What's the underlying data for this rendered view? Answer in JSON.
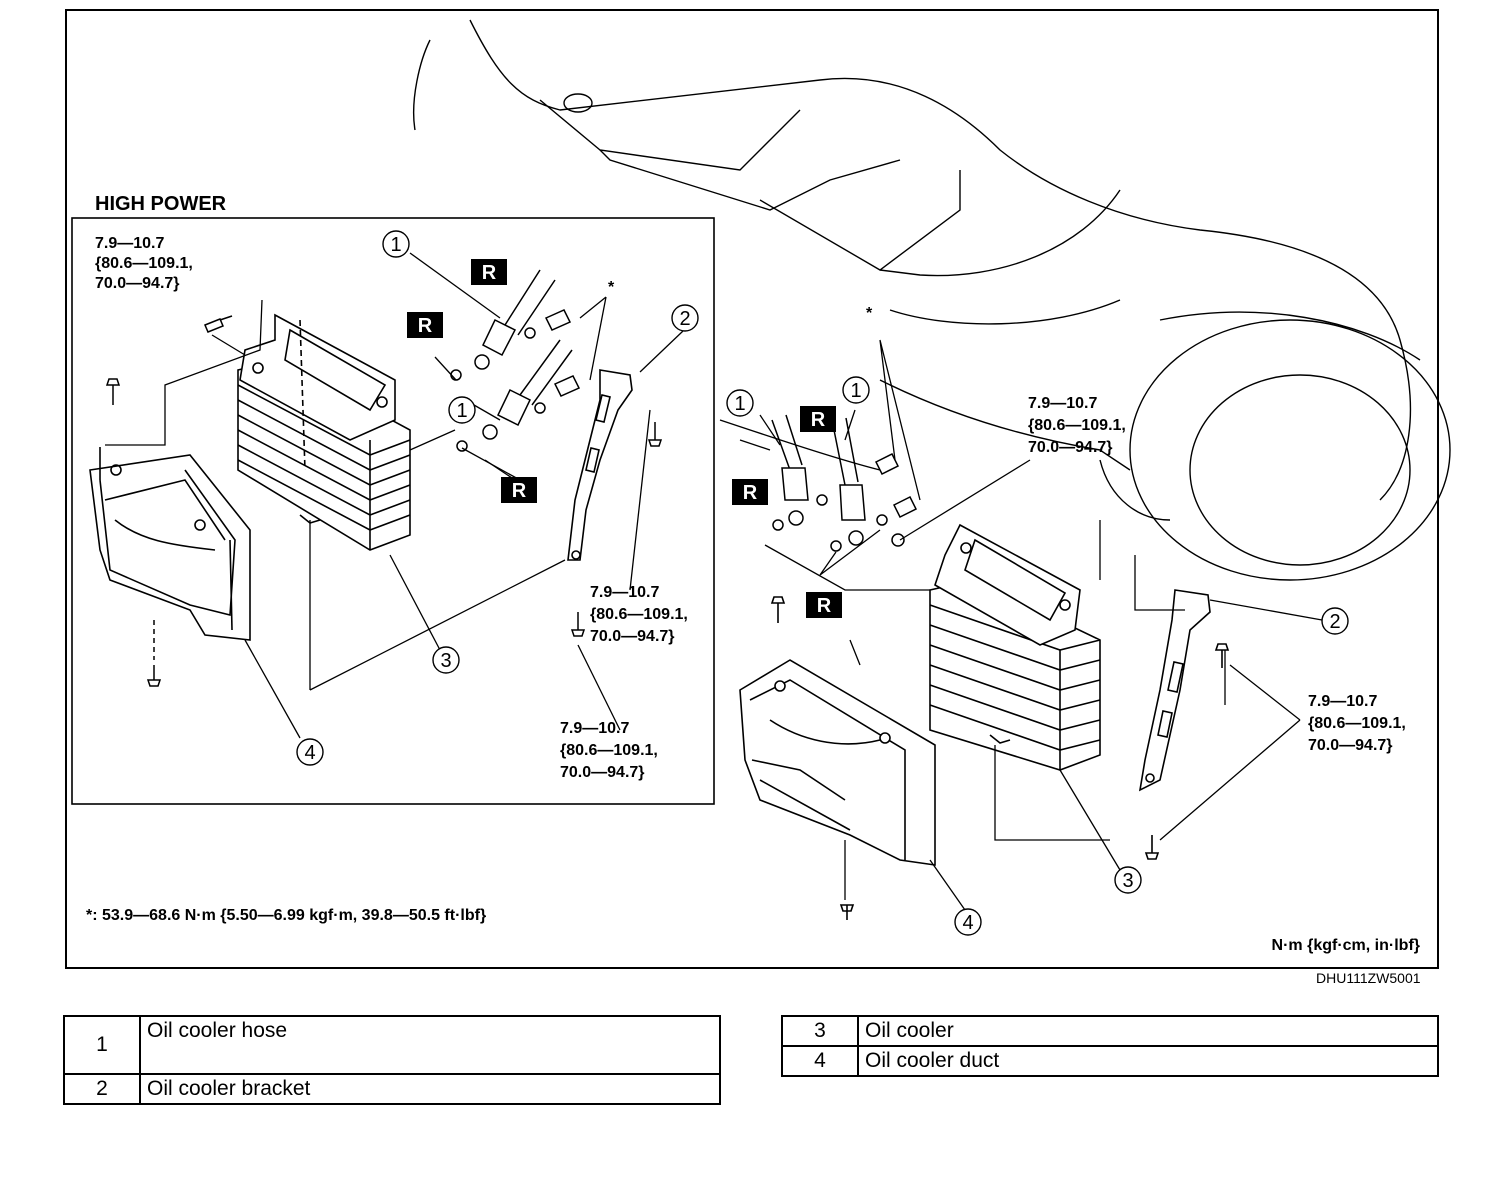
{
  "figure": {
    "variant_label": "HIGH POWER",
    "torque_left_top": [
      "7.9—10.7",
      "{80.6—109.1,",
      "70.0—94.7}"
    ],
    "torque_left_mid": [
      "7.9—10.7",
      "{80.6—109.1,",
      "70.0—94.7}"
    ],
    "torque_left_bottom": [
      "7.9—10.7",
      "{80.6—109.1,",
      "70.0—94.7}"
    ],
    "torque_right_top": [
      "7.9—10.7",
      "{80.6—109.1,",
      "70.0—94.7}"
    ],
    "torque_right_side": [
      "7.9—10.7",
      "{80.6—109.1,",
      "70.0—94.7}"
    ],
    "asterisk": "*",
    "footnote": "*: 53.9—68.6 N·m {5.50—6.99 kgf·m, 39.8—50.5 ft·lbf}",
    "units": "N·m {kgf·cm, in·lbf}",
    "figure_id": "DHU111ZW5001",
    "replace_mark": "R",
    "callouts": {
      "c1": "1",
      "c2": "2",
      "c3": "3",
      "c4": "4"
    }
  },
  "legend": {
    "left": [
      {
        "num": "1",
        "name": "Oil cooler hose"
      },
      {
        "num": "2",
        "name": "Oil cooler bracket"
      }
    ],
    "right": [
      {
        "num": "3",
        "name": "Oil cooler"
      },
      {
        "num": "4",
        "name": "Oil cooler duct"
      }
    ]
  }
}
